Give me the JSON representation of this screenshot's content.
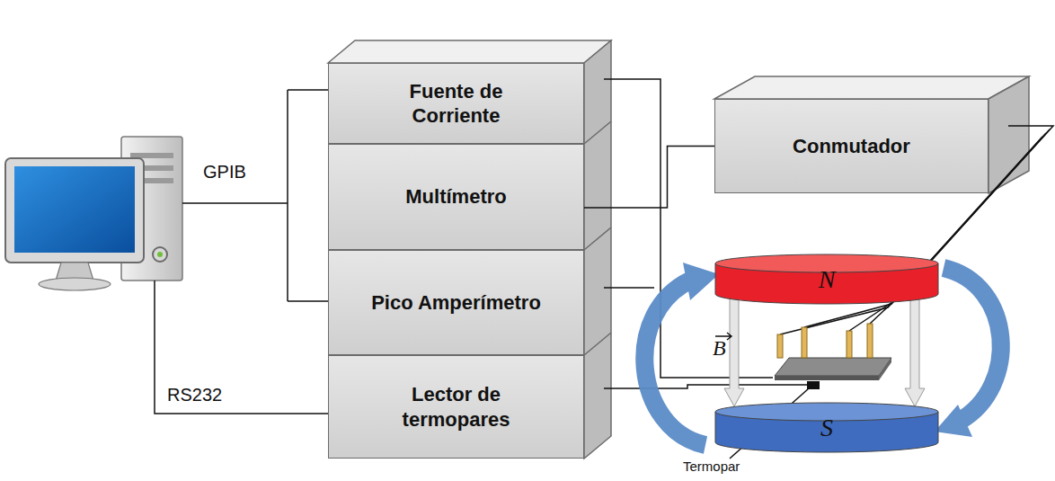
{
  "diagram": {
    "nodes": [
      {
        "text": [
          "Fuente de Corriente"
        ]
      },
      {
        "text": [
          "Multímetro"
        ]
      },
      {
        "text": [
          "Pico Amperímetro"
        ]
      },
      {
        "text": [
          "Lector de termopares"
        ]
      },
      {
        "text": [
          "Conmutador"
        ]
      },
      {
        "text": [
          "N"
        ]
      },
      {
        "text": [
          "S"
        ]
      }
    ],
    "edges": [
      {
        "from": 1,
        "to": 4,
        "arrow": "none"
      }
    ],
    "labels": [
      "GPIB",
      "RS232",
      "B",
      "Termopar"
    ]
  }
}
